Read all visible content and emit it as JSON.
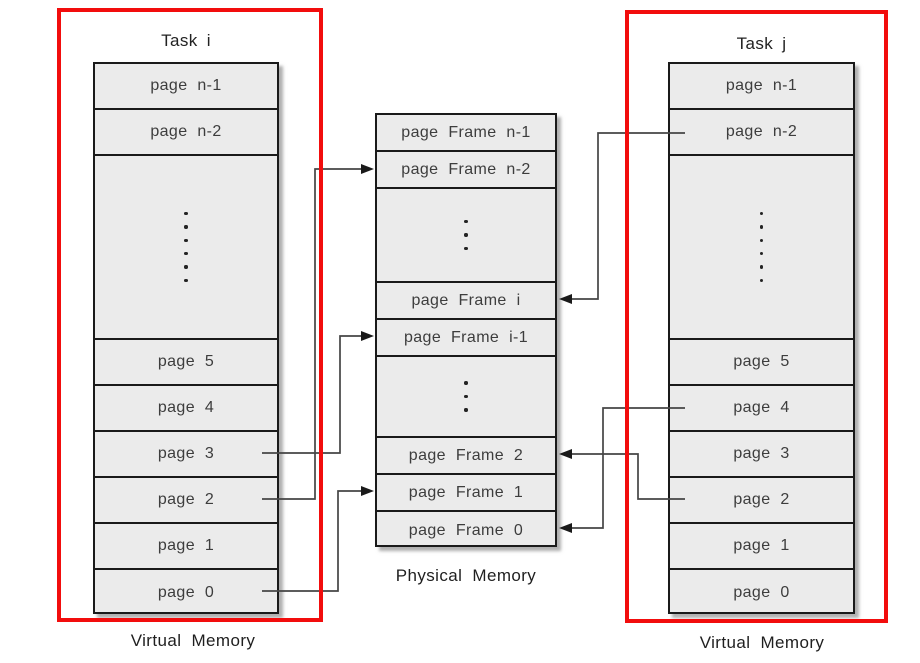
{
  "colors": {
    "accent_red": "#f20d0d",
    "box_fill": "#ebebeb",
    "border_dark": "#1a1a1a",
    "connector": "#454545",
    "text_dark": "#3d3d3d"
  },
  "task_i": {
    "title": "Task i",
    "caption": "Virtual Memory",
    "rows": [
      "page n-1",
      "page n-2",
      "page 5",
      "page 4",
      "page 3",
      "page 2",
      "page 1",
      "page 0"
    ]
  },
  "task_j": {
    "title": "Task j",
    "caption": "Virtual Memory",
    "rows": [
      "page n-1",
      "page n-2",
      "page 5",
      "page 4",
      "page 3",
      "page 2",
      "page 1",
      "page 0"
    ]
  },
  "physical": {
    "caption": "Physical Memory",
    "rows": [
      "page Frame n-1",
      "page Frame n-2",
      "page Frame i",
      "page Frame i-1",
      "page Frame 2",
      "page Frame 1",
      "page Frame 0"
    ]
  },
  "mappings": [
    {
      "from": "Task i page 3",
      "to": "page Frame i-1"
    },
    {
      "from": "Task i page 2",
      "to": "page Frame n-2"
    },
    {
      "from": "Task i page 0",
      "to": "page Frame 1"
    },
    {
      "from": "Task j page n-2",
      "to": "page Frame i"
    },
    {
      "from": "Task j page 4",
      "to": "page Frame 0"
    },
    {
      "from": "Task j page 2",
      "to": "page Frame 2"
    }
  ]
}
